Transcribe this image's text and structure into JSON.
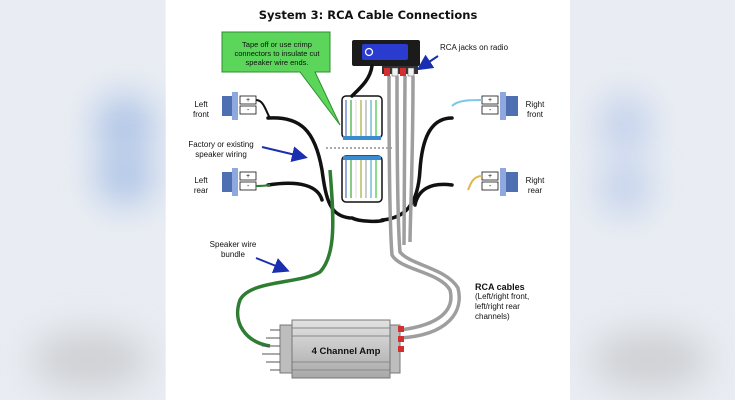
{
  "title": "System 3: RCA Cable Connections",
  "callout": "Tape off or use crimp connectors to insulate cut speaker wire ends.",
  "labels": {
    "rca_jacks": "RCA jacks on radio",
    "left_front": [
      "Left",
      "front"
    ],
    "right_front": [
      "Right",
      "front"
    ],
    "left_rear": [
      "Left",
      "rear"
    ],
    "right_rear": [
      "Right",
      "rear"
    ],
    "factory_wiring": [
      "Factory or existing",
      "speaker wiring"
    ],
    "speaker_bundle": [
      "Speaker wire",
      "bundle"
    ],
    "rca_cables_title": "RCA cables",
    "rca_cables_sub": [
      "(Left/right front,",
      "left/right rear",
      "channels)"
    ],
    "amp": "4 Channel Amp",
    "terminal_plus": "+",
    "terminal_minus": "-"
  },
  "colors": {
    "green_wire": "#2e7d32",
    "callout_fill": "#5bd65b",
    "arrow": "#1a2fb0",
    "rca_gray": "#9e9e9e",
    "rca_red": "#d32f2f",
    "speaker_blue": "#4f6fb3",
    "amp_gray": "#c8c8c8"
  }
}
